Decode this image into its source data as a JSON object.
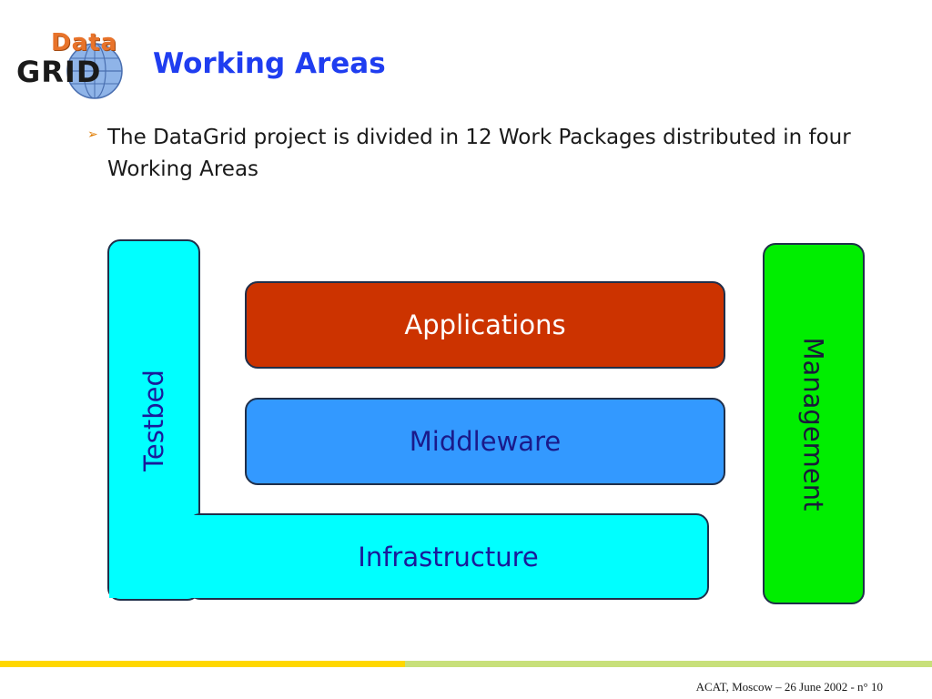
{
  "header": {
    "logo_top": "Data",
    "logo_bottom": "GRID",
    "title": "Working Areas"
  },
  "body": {
    "bullet_icon": "arrow-bullet-icon",
    "bullet_text": "The DataGrid project is divided in 12 Work Packages distributed in four Working Areas"
  },
  "diagram": {
    "testbed": "Testbed",
    "applications": "Applications",
    "middleware": "Middleware",
    "infrastructure": "Infrastructure",
    "management": "Management"
  },
  "colors": {
    "title": "#1f3df0",
    "applications": "#cc3300",
    "middleware": "#3399ff",
    "testbed_infrastructure": "#00ffff",
    "management": "#00ee00",
    "footer_bar_left": "#ffd700",
    "footer_bar_right": "#c8e07a"
  },
  "footer": {
    "text": "ACAT, Moscow – 26 June 2002 - n° 10"
  }
}
